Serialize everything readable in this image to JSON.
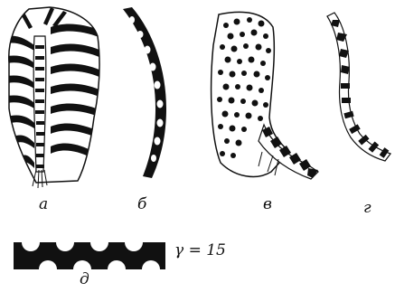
{
  "panels": [
    {
      "id": "a",
      "label": "a"
    },
    {
      "id": "b",
      "label": "б"
    },
    {
      "id": "v",
      "label": "в"
    },
    {
      "id": "g",
      "label": "г"
    },
    {
      "id": "d",
      "label": "д"
    }
  ],
  "formula": "γ = 15",
  "colors": {
    "ink": "#111111",
    "paper": "#ffffff"
  }
}
